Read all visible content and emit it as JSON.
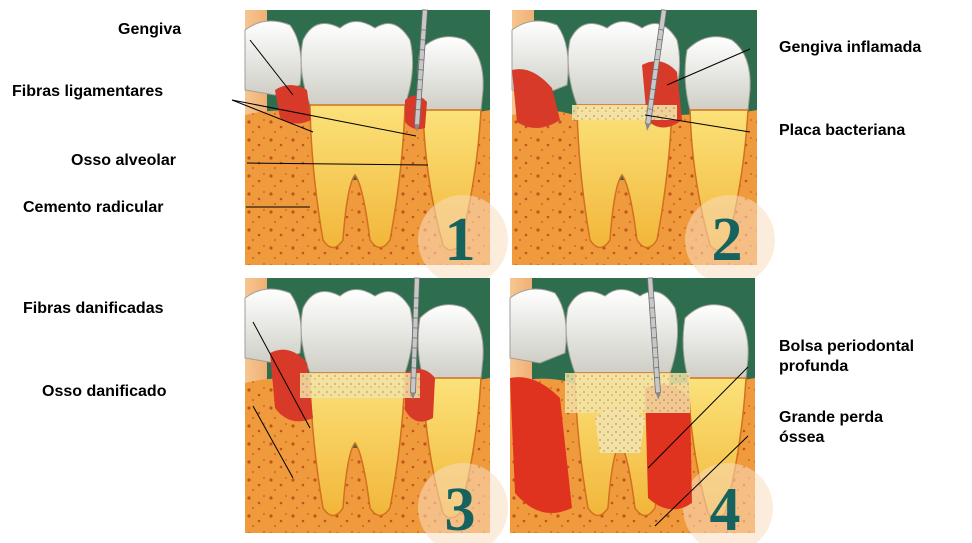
{
  "panels": [
    {
      "number": "1"
    },
    {
      "number": "2"
    },
    {
      "number": "3"
    },
    {
      "number": "4"
    }
  ],
  "labels": {
    "gengiva": "Gengiva",
    "fibras_ligamentares": "Fibras ligamentares",
    "osso_alveolar": "Osso alveolar",
    "cemento_radicular": "Cemento radicular",
    "gengiva_inflamada": "Gengiva inflamada",
    "placa_bacteriana": "Placa bacteriana",
    "fibras_danificadas": "Fibras danificadas",
    "osso_danificado": "Osso danificado",
    "bolsa_periodontal_profunda": "Bolsa periodontal profunda",
    "grande_perda_ossea": "Grande perda óssea"
  },
  "colors": {
    "background_green": "#2e6e4e",
    "bone": "#f09a3e",
    "root": "#f5c94a",
    "enamel": "#e8e8e2",
    "gum": "#d83a2a",
    "plaque": "#f2e2a8",
    "number": "#15625e"
  }
}
